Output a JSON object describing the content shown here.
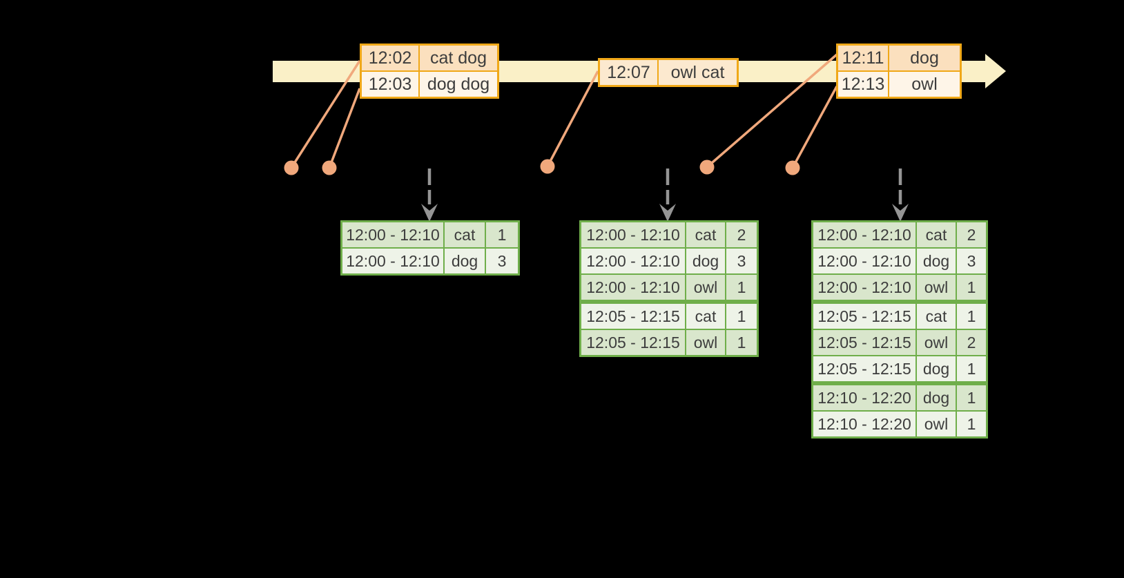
{
  "colors": {
    "background": "#000000",
    "timeline_band": "#faf0c7",
    "event_border": "#f0a818",
    "event_row_dark": "#fbe0be",
    "event_row_light": "#fef5e8",
    "event_row_mid": "#fce9cf",
    "connector": "#f0a87c",
    "result_border": "#6fae4a",
    "result_row_dark": "#d9e6cc",
    "result_row_light": "#eef3e8",
    "trigger_arrow": "#959595",
    "text": "#3d3d3d"
  },
  "timeline": {
    "event_tables": [
      {
        "rows": [
          {
            "time": "12:02",
            "words": "cat dog",
            "tone": "dark"
          },
          {
            "time": "12:03",
            "words": "dog dog",
            "tone": "light"
          }
        ]
      },
      {
        "rows": [
          {
            "time": "12:07",
            "words": "owl cat",
            "tone": "mid"
          }
        ]
      },
      {
        "rows": [
          {
            "time": "12:11",
            "words": "dog",
            "tone": "dark"
          },
          {
            "time": "12:13",
            "words": "owl",
            "tone": "light"
          }
        ]
      }
    ]
  },
  "result_tables": [
    {
      "rows": [
        {
          "window": "12:00 - 12:10",
          "word": "cat",
          "count": "1"
        },
        {
          "window": "12:00 - 12:10",
          "word": "dog",
          "count": "3"
        }
      ]
    },
    {
      "rows": [
        {
          "window": "12:00 - 12:10",
          "word": "cat",
          "count": "2"
        },
        {
          "window": "12:00 - 12:10",
          "word": "dog",
          "count": "3"
        },
        {
          "window": "12:00 - 12:10",
          "word": "owl",
          "count": "1"
        },
        {
          "window": "12:05 - 12:15",
          "word": "cat",
          "count": "1",
          "group_start": true
        },
        {
          "window": "12:05 - 12:15",
          "word": "owl",
          "count": "1"
        }
      ]
    },
    {
      "rows": [
        {
          "window": "12:00 - 12:10",
          "word": "cat",
          "count": "2"
        },
        {
          "window": "12:00 - 12:10",
          "word": "dog",
          "count": "3"
        },
        {
          "window": "12:00 - 12:10",
          "word": "owl",
          "count": "1"
        },
        {
          "window": "12:05 - 12:15",
          "word": "cat",
          "count": "1",
          "group_start": true
        },
        {
          "window": "12:05 - 12:15",
          "word": "owl",
          "count": "2"
        },
        {
          "window": "12:05 - 12:15",
          "word": "dog",
          "count": "1"
        },
        {
          "window": "12:10 - 12:20",
          "word": "dog",
          "count": "1",
          "group_start": true
        },
        {
          "window": "12:10 - 12:20",
          "word": "owl",
          "count": "1"
        }
      ]
    }
  ]
}
